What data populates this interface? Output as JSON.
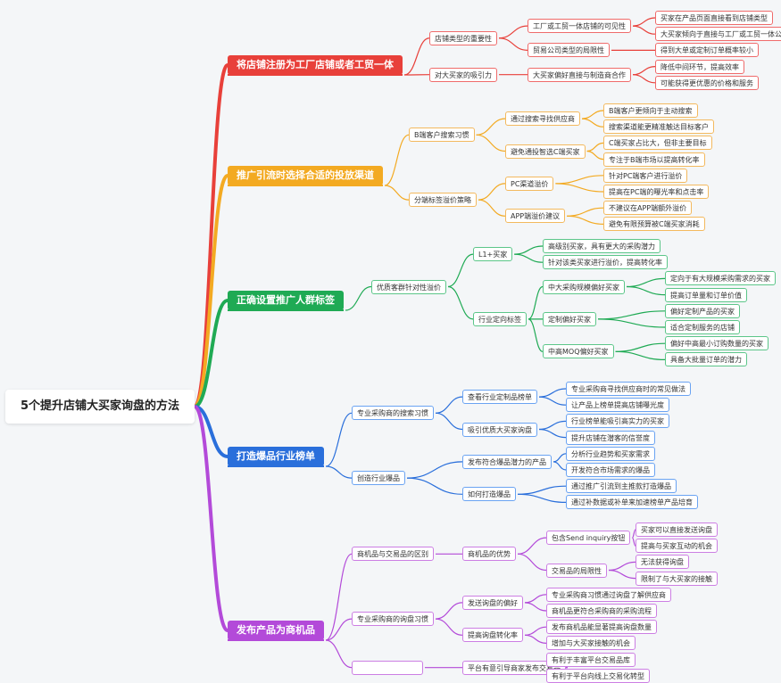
{
  "title": "5个提升店铺大买家询盘的方法",
  "colors": {
    "red": "#e8403a",
    "orange": "#f3aa22",
    "green": "#1faa54",
    "blue": "#2a6fdb",
    "purple": "#b34ad9"
  },
  "branches": [
    {
      "key": "red",
      "label": "将店铺注册为工厂店铺或者工贸一体",
      "children": [
        {
          "label": "店铺类型的重要性",
          "children": [
            {
              "label": "工厂或工贸一体店铺的可见性",
              "children": [
                {
                  "label": "买家在产品页面直接看到店铺类型"
                },
                {
                  "label": "大买家倾向于直接与工厂或工贸一体公司"
                }
              ]
            },
            {
              "label": "贸易公司类型的局限性",
              "children": [
                {
                  "label": "得到大单或定制订单概率较小"
                }
              ]
            }
          ]
        },
        {
          "label": "对大买家的吸引力",
          "children": [
            {
              "label": "大买家偏好直接与制造商合作",
              "children": [
                {
                  "label": "降低中间环节，提高效率"
                },
                {
                  "label": "可能获得更优惠的价格和服务"
                }
              ]
            }
          ]
        }
      ]
    },
    {
      "key": "orange",
      "label": "推广引流时选择合适的投放渠道",
      "children": [
        {
          "label": "B端客户搜索习惯",
          "children": [
            {
              "label": "通过搜索寻找供应商",
              "children": [
                {
                  "label": "B端客户更倾向于主动搜索"
                },
                {
                  "label": "搜索渠道能更精准触达目标客户"
                }
              ]
            },
            {
              "label": "避免通投智选C端买家",
              "children": [
                {
                  "label": "C端买家占比大，但非主要目标"
                },
                {
                  "label": "专注于B端市场以提高转化率"
                }
              ]
            }
          ]
        },
        {
          "label": "分端标签溢价策略",
          "children": [
            {
              "label": "PC渠道溢价",
              "children": [
                {
                  "label": "针对PC端客户进行溢价"
                },
                {
                  "label": "提高在PC端的曝光率和点击率"
                }
              ]
            },
            {
              "label": "APP端溢价建议",
              "children": [
                {
                  "label": "不建议在APP端额外溢价"
                },
                {
                  "label": "避免有限预算被C端买家消耗"
                }
              ]
            }
          ]
        }
      ]
    },
    {
      "key": "green",
      "label": "正确设置推广人群标签",
      "children": [
        {
          "label": "优质客群针对性溢价",
          "children": [
            {
              "label": "L1+买家",
              "children": [
                {
                  "label": "高级别买家，具有更大的采购潜力"
                },
                {
                  "label": "针对该类买家进行溢价，提高转化率"
                }
              ]
            },
            {
              "label": "行业定向标签",
              "children": [
                {
                  "label": "中大采购规模偏好买家",
                  "children": [
                    {
                      "label": "定向于有大规模采购需求的买家"
                    },
                    {
                      "label": "提高订单量和订单价值"
                    }
                  ]
                },
                {
                  "label": "定制偏好买家",
                  "children": [
                    {
                      "label": "偏好定制产品的买家"
                    },
                    {
                      "label": "适合定制服务的店铺"
                    }
                  ]
                },
                {
                  "label": "中高MOQ偏好买家",
                  "children": [
                    {
                      "label": "偏好中高最小订购数量的买家"
                    },
                    {
                      "label": "具备大批量订单的潜力"
                    }
                  ]
                }
              ]
            }
          ]
        }
      ]
    },
    {
      "key": "blue",
      "label": "打造爆品行业榜单",
      "children": [
        {
          "label": "专业采购商的搜索习惯",
          "children": [
            {
              "label": "查看行业定制品榜单",
              "children": [
                {
                  "label": "专业采购商寻找供应商时的常见做法"
                },
                {
                  "label": "让产品上榜单提高店铺曝光度"
                }
              ]
            },
            {
              "label": "吸引优质大买家询盘",
              "children": [
                {
                  "label": "行业榜单能吸引高实力的买家"
                },
                {
                  "label": "提升店铺在潜客的信誉度"
                }
              ]
            }
          ]
        },
        {
          "label": "创造行业爆品",
          "children": [
            {
              "label": "发布符合爆品潜力的产品",
              "children": [
                {
                  "label": "分析行业趋势和买家需求"
                },
                {
                  "label": "开发符合市场需求的爆品"
                }
              ]
            },
            {
              "label": "如何打造爆品",
              "children": [
                {
                  "label": "通过推广引流到主推款打造爆品"
                },
                {
                  "label": "通过补数据或补单来加速榜单产品培育"
                }
              ]
            }
          ]
        }
      ]
    },
    {
      "key": "purple",
      "label": "发布产品为商机品",
      "children": [
        {
          "label": "商机品与交易品的区别",
          "children": [
            {
              "label": "商机品的优势",
              "children": [
                {
                  "label": "包含Send inquiry按钮",
                  "children": [
                    {
                      "label": "买家可以直接发送询盘"
                    },
                    {
                      "label": "提高与买家互动的机会"
                    }
                  ]
                },
                {
                  "label": "交易品的局限性",
                  "children": [
                    {
                      "label": "无法获得询盘"
                    },
                    {
                      "label": "限制了与大买家的接触"
                    }
                  ]
                }
              ]
            }
          ]
        },
        {
          "label": "专业采购商的询盘习惯",
          "children": [
            {
              "label": "发送询盘的偏好",
              "children": [
                {
                  "label": "专业采购商习惯通过询盘了解供应商"
                },
                {
                  "label": "商机品更符合采购商的采购流程"
                }
              ]
            },
            {
              "label": "提高询盘转化率",
              "children": [
                {
                  "label": "发布商机品能显著提高询盘数量"
                },
                {
                  "label": "增加与大买家接触的机会"
                }
              ]
            }
          ]
        },
        {
          "label": "",
          "children": [
            {
              "label": "平台有意引导商家发布交易品",
              "children": [
                {
                  "label": "有利于丰富平台交易品库"
                },
                {
                  "label": "有利于平台向线上交易化转型"
                }
              ]
            }
          ]
        }
      ]
    }
  ]
}
